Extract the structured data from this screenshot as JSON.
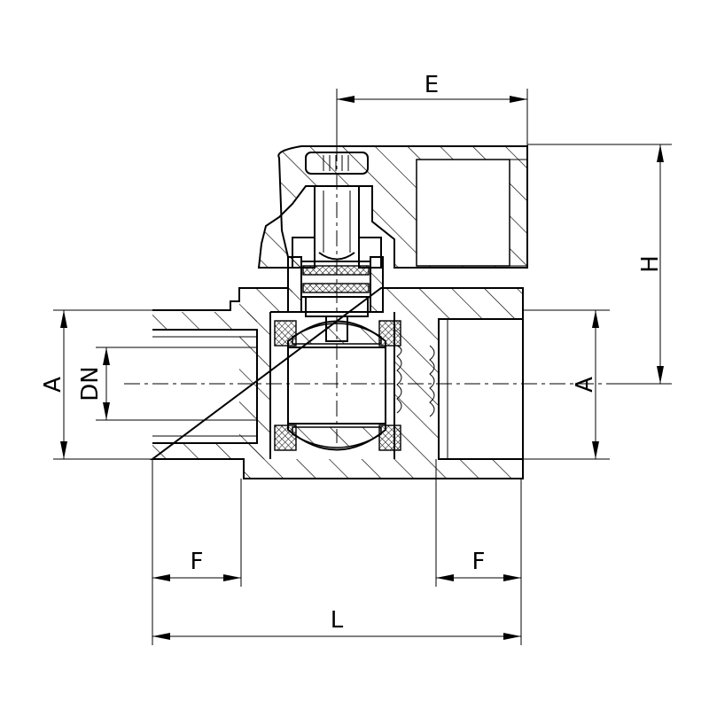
{
  "dimensions": {
    "E": "E",
    "H": "H",
    "A_left": "A",
    "A_right": "A",
    "DN": "DN",
    "F_left": "F",
    "F_right": "F",
    "L": "L"
  }
}
